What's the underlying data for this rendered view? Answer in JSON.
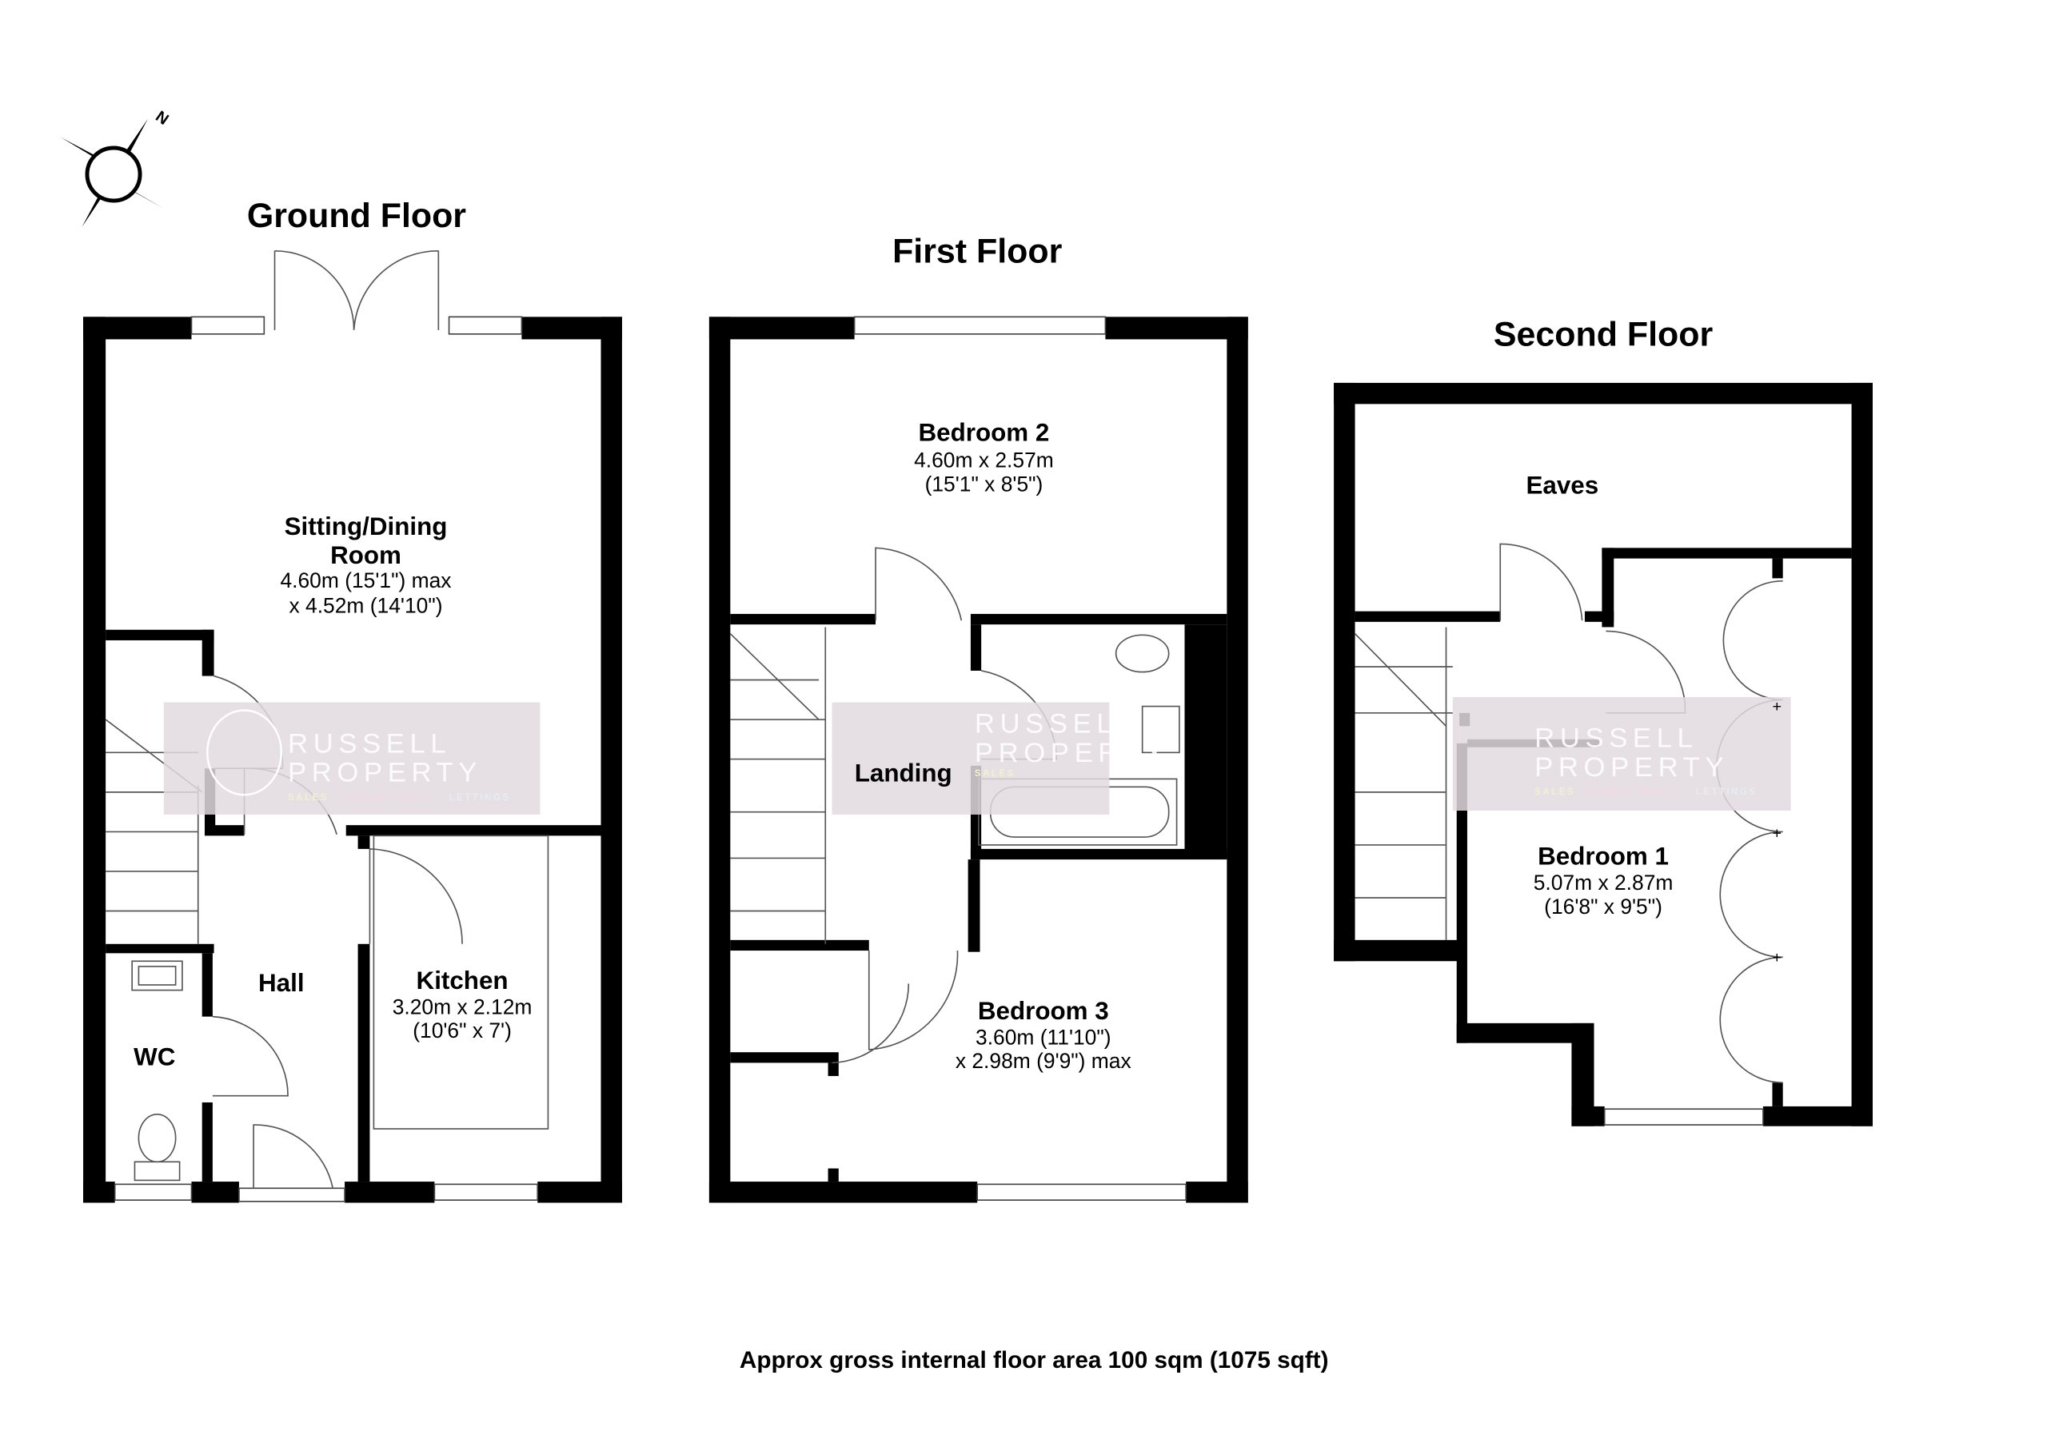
{
  "compass": {
    "label": "N",
    "icon": "compass-rose-icon"
  },
  "floors": [
    {
      "title": "Ground Floor",
      "rooms": [
        {
          "name": "Sitting/Dining",
          "name2": "Room",
          "dim1": "4.60m (15'1\") max",
          "dim2": "x 4.52m (14'10\")"
        },
        {
          "name": "Hall"
        },
        {
          "name": "Kitchen",
          "dim1": "3.20m x 2.12m",
          "dim2": "(10'6\" x 7')"
        },
        {
          "name": "WC"
        }
      ]
    },
    {
      "title": "First Floor",
      "rooms": [
        {
          "name": "Bedroom 2",
          "dim1": "4.60m x 2.57m",
          "dim2": "(15'1\" x 8'5\")"
        },
        {
          "name": "Landing"
        },
        {
          "name": "Bedroom 3",
          "dim1": "3.60m (11'10\")",
          "dim2": "x 2.98m (9'9\") max"
        }
      ]
    },
    {
      "title": "Second Floor",
      "rooms": [
        {
          "name": "Eaves"
        },
        {
          "name": "Bedroom 1",
          "dim1": "5.07m x 2.87m",
          "dim2": "(16'8\" x 9'5\")"
        }
      ]
    }
  ],
  "watermark": {
    "line1": "RUSSELL",
    "line2": "PROPERTY",
    "tag1": "SALES",
    "tag2": "CONSULTANCY",
    "tag3": "LETTINGS",
    "color": "#e2dbe1"
  },
  "footer": "Approx gross internal floor area 100 sqm (1075 sqft)"
}
